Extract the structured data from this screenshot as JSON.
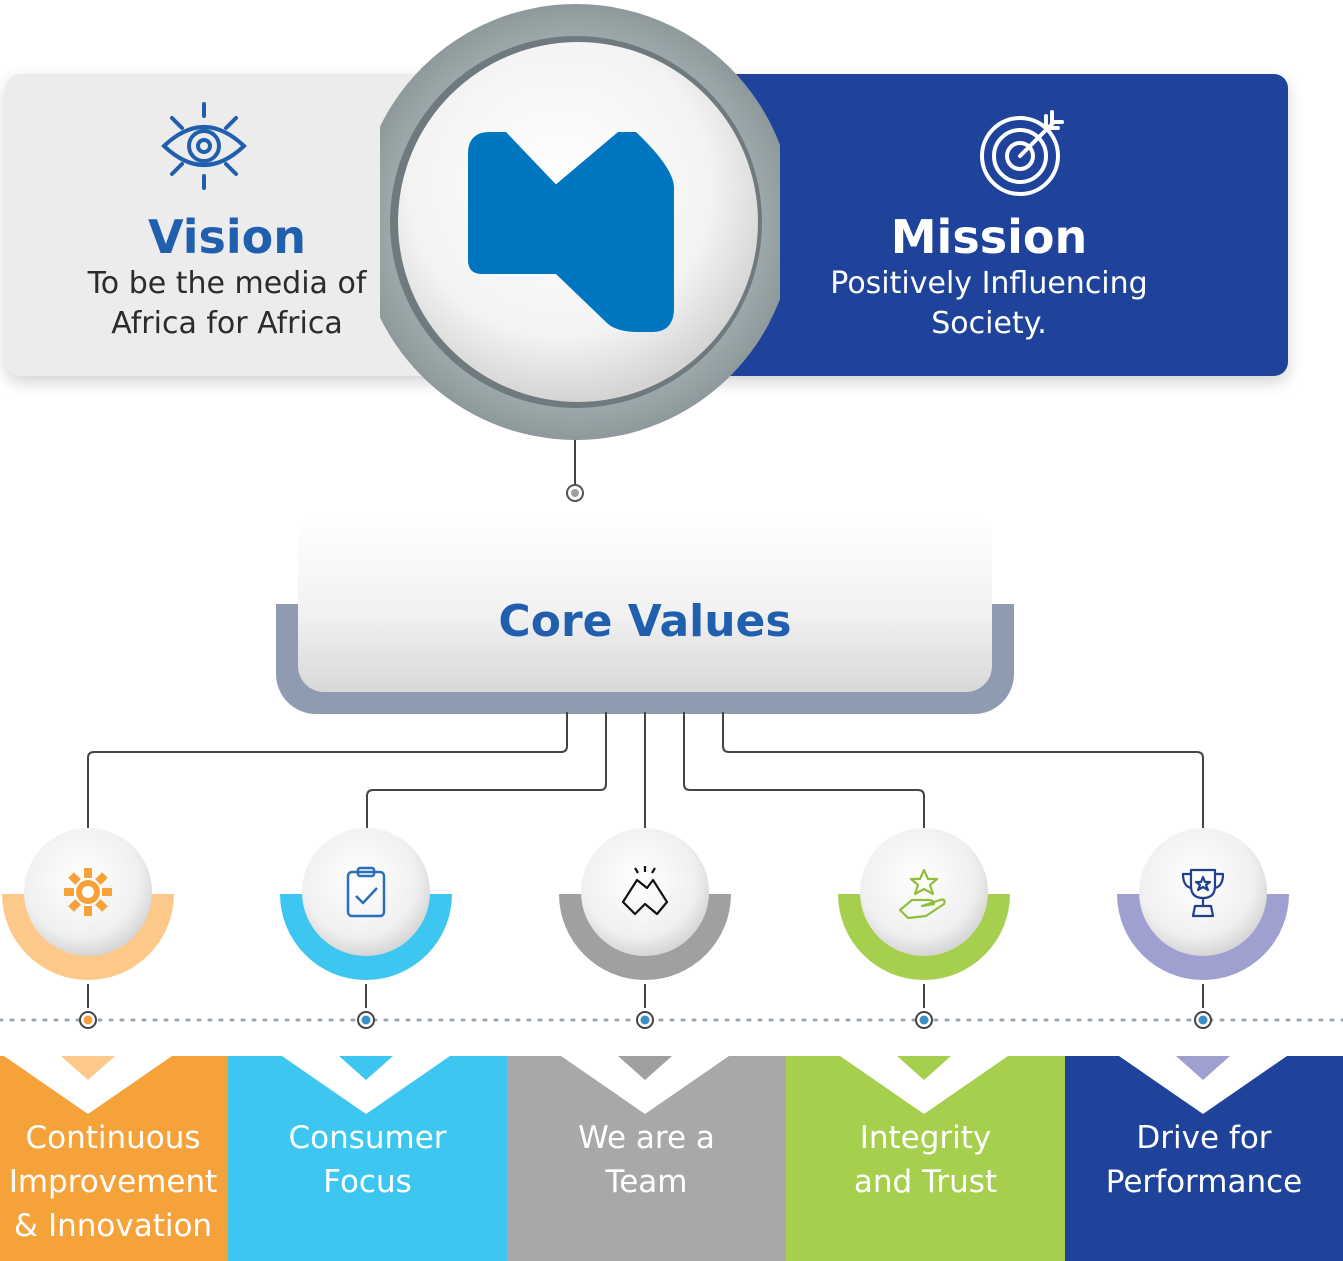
{
  "vision": {
    "title": "Vision",
    "lines": [
      "To be the media of",
      "Africa for Africa"
    ],
    "icon": "eye-icon"
  },
  "mission": {
    "title": "Mission",
    "lines": [
      "Positively Influencing",
      "Society."
    ],
    "icon": "target-icon"
  },
  "logo": {
    "icon": "n-logo-icon"
  },
  "core_values": {
    "title": "Core Values"
  },
  "values": [
    {
      "lines": [
        "Continuous",
        "Improvement",
        "& Innovation"
      ],
      "color": "#f6a23a",
      "arc_color": "#fdc98a",
      "icon": "gear-icon"
    },
    {
      "lines": [
        "Consumer",
        "Focus"
      ],
      "color": "#3cc6f0",
      "arc_color": "#3cc6f0",
      "icon": "clipboard-check-icon"
    },
    {
      "lines": [
        "We are a",
        "Team"
      ],
      "color": "#a8a8a8",
      "arc_color": "#a0a0a0",
      "icon": "handshake-icon"
    },
    {
      "lines": [
        "Integrity",
        "and Trust"
      ],
      "color": "#a6cf4e",
      "arc_color": "#a6cf4e",
      "icon": "hand-star-icon"
    },
    {
      "lines": [
        "Drive for",
        "Performance"
      ],
      "color": "#1f439b",
      "arc_color": "#9fa0d0",
      "icon": "trophy-icon"
    }
  ]
}
